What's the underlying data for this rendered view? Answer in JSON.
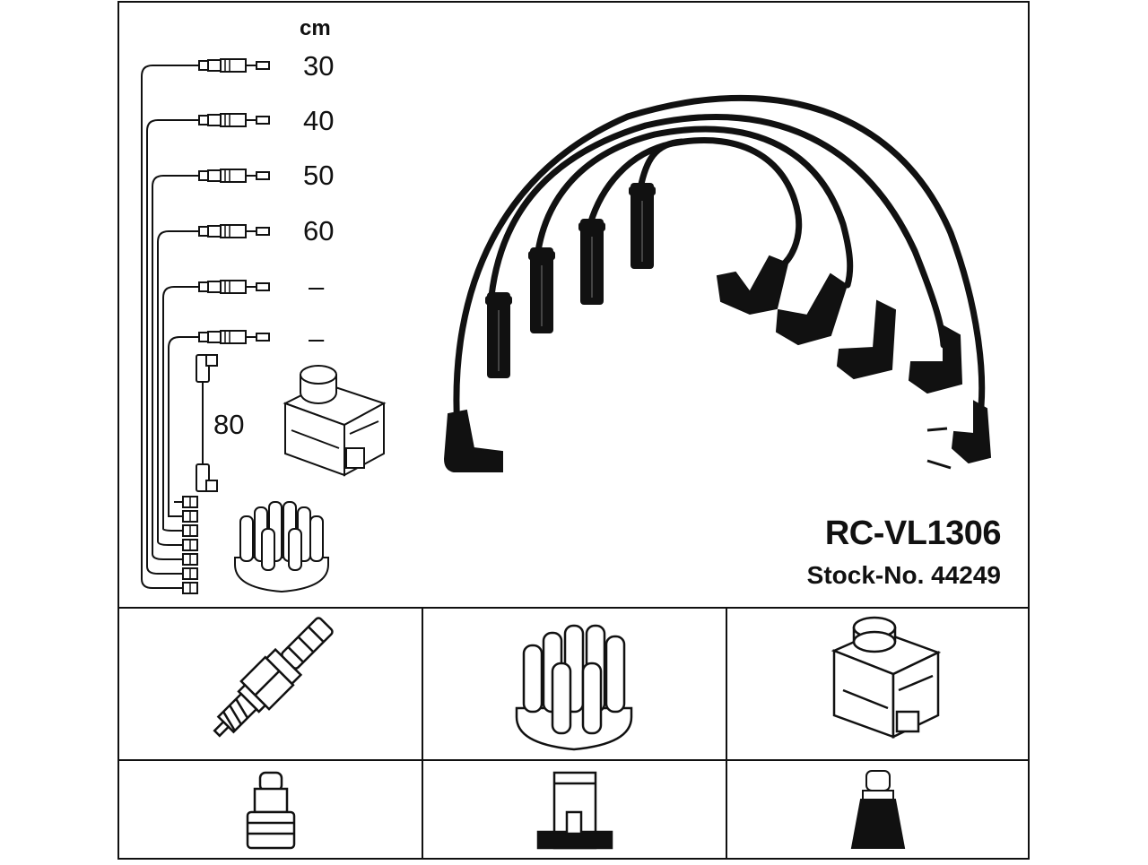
{
  "diagram": {
    "unit_label": "cm",
    "lengths": [
      "30",
      "40",
      "50",
      "60",
      "–",
      "–"
    ],
    "coil_lead_length": "80",
    "part_code": "RC-VL1306",
    "stock_number": "Stock-No. 44249"
  },
  "parts": [
    {
      "icon": "spark-plug-icon"
    },
    {
      "icon": "distributor-cap-icon"
    },
    {
      "icon": "ignition-coil-icon"
    },
    {
      "icon": "plug-terminal-icon"
    },
    {
      "icon": "distributor-terminal-icon"
    },
    {
      "icon": "coil-terminal-icon"
    }
  ]
}
